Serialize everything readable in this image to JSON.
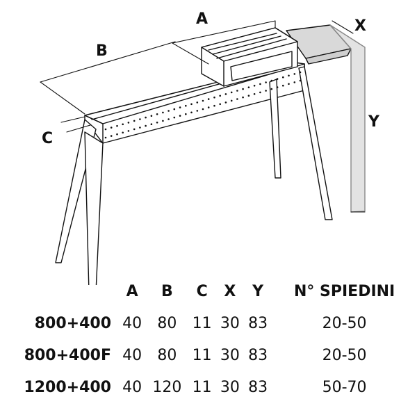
{
  "diagram": {
    "dimension_labels": {
      "a": "A",
      "b": "B",
      "c": "C",
      "x": "X",
      "y": "Y"
    }
  },
  "table": {
    "headers": [
      "A",
      "B",
      "C",
      "X",
      "Y",
      "N° SPIEDINI"
    ],
    "rows": [
      {
        "model": "800+400",
        "values": [
          "40",
          "80",
          "11",
          "30",
          "83",
          "20-50"
        ]
      },
      {
        "model": "800+400F",
        "values": [
          "40",
          "80",
          "11",
          "30",
          "83",
          "20-50"
        ]
      },
      {
        "model": "1200+400",
        "values": [
          "40",
          "120",
          "11",
          "30",
          "83",
          "50-70"
        ]
      }
    ]
  }
}
